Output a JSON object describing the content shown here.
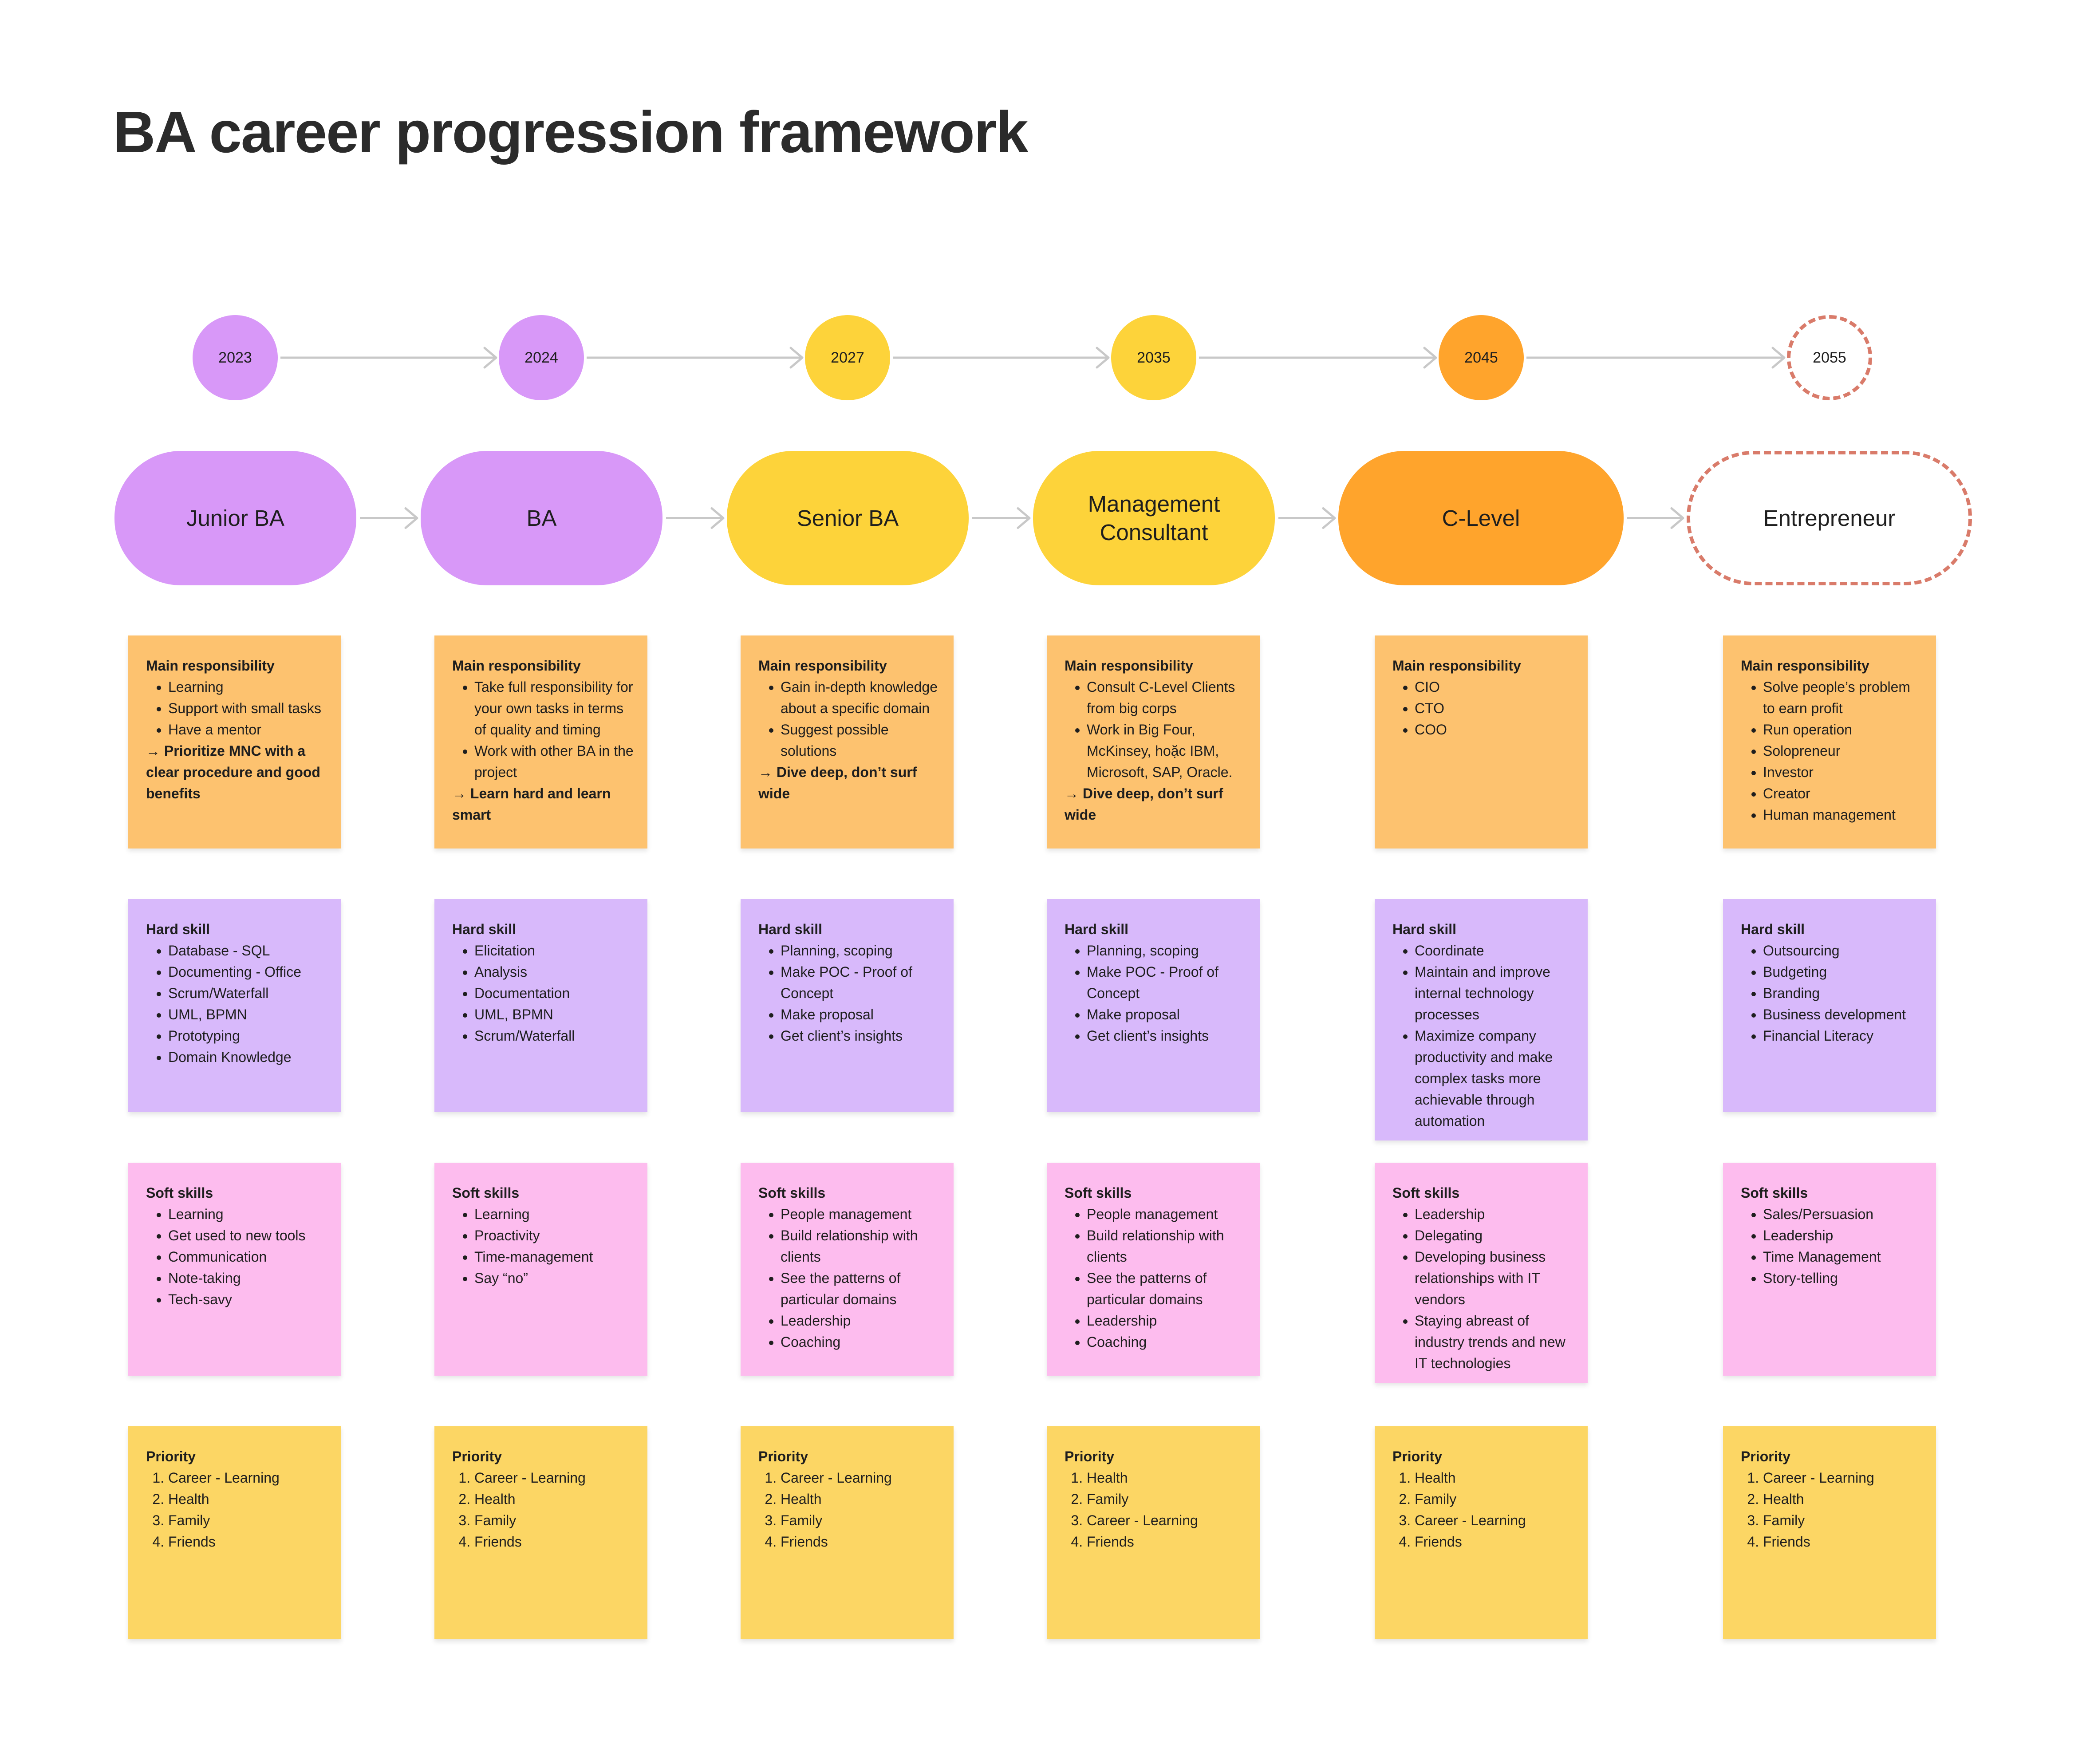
{
  "title": "BA career progression framework",
  "colors": {
    "purple": "#d898f8",
    "yellow": "#fdd33a",
    "orange": "#ffa42c",
    "dashed": "#d97b6a",
    "note_responsibility": "#fdc26f",
    "note_hard_skill": "#d8b9fb",
    "note_soft_skills": "#fdbcee",
    "note_priority": "#fcd664",
    "arrow": "#c8c8c8"
  },
  "columns": [
    {
      "year": "2023",
      "role": "Junior BA",
      "color": "purple",
      "responsibility": {
        "heading": "Main responsibility",
        "items": [
          "Learning",
          "Support with small tasks",
          "Have a mentor"
        ],
        "summary": "→ Prioritize MNC with a clear procedure and good benefits"
      },
      "hard_skill": {
        "heading": "Hard skill",
        "items": [
          "Database - SQL",
          "Documenting - Office",
          "Scrum/Waterfall",
          "UML, BPMN",
          "Prototyping",
          "Domain Knowledge"
        ]
      },
      "soft_skills": {
        "heading": "Soft skills",
        "items": [
          "Learning",
          "Get used to new tools",
          "Communication",
          "Note-taking",
          "Tech-savy"
        ]
      },
      "priority": {
        "heading": "Priority",
        "items": [
          "Career - Learning",
          "Health",
          "Family",
          "Friends"
        ]
      }
    },
    {
      "year": "2024",
      "role": "BA",
      "color": "purple",
      "responsibility": {
        "heading": "Main responsibility",
        "items": [
          "Take full responsibility for your own tasks in terms of quality and timing",
          "Work with other BA in the project"
        ],
        "summary": "→ Learn hard and learn smart"
      },
      "hard_skill": {
        "heading": "Hard skill",
        "items": [
          "Elicitation",
          "Analysis",
          "Documentation",
          "UML, BPMN",
          "Scrum/Waterfall"
        ]
      },
      "soft_skills": {
        "heading": "Soft skills",
        "items": [
          "Learning",
          "Proactivity",
          "Time-management",
          "Say “no”"
        ]
      },
      "priority": {
        "heading": "Priority",
        "items": [
          "Career - Learning",
          "Health",
          "Family",
          "Friends"
        ]
      }
    },
    {
      "year": "2027",
      "role": "Senior BA",
      "color": "yellow",
      "responsibility": {
        "heading": "Main responsibility",
        "items": [
          "Gain in-depth knowledge about a specific domain",
          "Suggest possible solutions"
        ],
        "summary": "→ Dive deep, don’t surf wide"
      },
      "hard_skill": {
        "heading": "Hard skill",
        "items": [
          "Planning, scoping",
          "Make POC - Proof of Concept",
          "Make proposal",
          "Get client’s insights"
        ]
      },
      "soft_skills": {
        "heading": "Soft skills",
        "items": [
          "People management",
          "Build relationship with clients",
          "See the patterns of particular domains",
          "Leadership",
          "Coaching"
        ]
      },
      "priority": {
        "heading": "Priority",
        "items": [
          "Career - Learning",
          "Health",
          "Family",
          "Friends"
        ]
      }
    },
    {
      "year": "2035",
      "role": "Management Consultant",
      "color": "yellow",
      "responsibility": {
        "heading": "Main responsibility",
        "items": [
          "Consult C-Level Clients from big corps",
          "Work in Big Four, McKinsey, hoặc IBM, Microsoft, SAP, Oracle."
        ],
        "summary": "→ Dive deep, don’t surf wide"
      },
      "hard_skill": {
        "heading": "Hard skill",
        "items": [
          "Planning, scoping",
          "Make POC - Proof of Concept",
          "Make proposal",
          "Get client’s insights"
        ]
      },
      "soft_skills": {
        "heading": "Soft skills",
        "items": [
          "People management",
          "Build relationship with clients",
          "See the patterns of particular domains",
          "Leadership",
          "Coaching"
        ]
      },
      "priority": {
        "heading": "Priority",
        "items": [
          "Health",
          "Family",
          "Career - Learning",
          "Friends"
        ]
      }
    },
    {
      "year": "2045",
      "role": "C-Level",
      "color": "orange",
      "responsibility": {
        "heading": "Main responsibility",
        "items": [
          "CIO",
          "CTO",
          "COO"
        ],
        "summary": ""
      },
      "hard_skill": {
        "heading": "Hard skill",
        "items": [
          "Coordinate",
          "Maintain and improve internal technology processes",
          "Maximize company productivity and make complex tasks more achievable through automation"
        ]
      },
      "soft_skills": {
        "heading": "Soft skills",
        "items": [
          "Leadership",
          "Delegating",
          "Developing business relationships with IT vendors",
          "Staying abreast of industry trends and new IT technologies"
        ]
      },
      "priority": {
        "heading": "Priority",
        "items": [
          "Health",
          "Family",
          "Career - Learning",
          "Friends"
        ]
      }
    },
    {
      "year": "2055",
      "role": "Entrepreneur",
      "color": "dashed",
      "responsibility": {
        "heading": "Main responsibility",
        "items": [
          "Solve people’s problem to earn profit",
          "Run operation",
          "Solopreneur",
          "Investor",
          "Creator",
          "Human management"
        ],
        "summary": ""
      },
      "hard_skill": {
        "heading": "Hard skill",
        "items": [
          "Outsourcing",
          "Budgeting",
          "Branding",
          "Business development",
          "Financial Literacy"
        ]
      },
      "soft_skills": {
        "heading": "Soft skills",
        "items": [
          "Sales/Persuasion",
          "Leadership",
          "Time Management",
          "Story-telling"
        ]
      },
      "priority": {
        "heading": "Priority",
        "items": [
          "Career - Learning",
          "Health",
          "Family",
          "Friends"
        ]
      }
    }
  ]
}
